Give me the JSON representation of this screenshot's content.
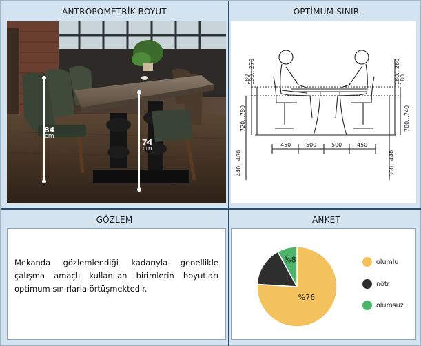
{
  "panels": {
    "anthropometric": {
      "title": "ANTROPOMETRİK BOYUT"
    },
    "optimum": {
      "title": "OPTİMUM SINIR"
    },
    "observation": {
      "title": "GÖZLEM",
      "text": "Mekanda gözlemlendiği kadarıyla genellikle çalışma amaçlı kullanılan birimlerin boyutları optimum sınırlarla örtüşmektedir."
    },
    "survey": {
      "title": "ANKET"
    }
  },
  "photo": {
    "measure_chair": {
      "value": "84",
      "unit": "cm"
    },
    "measure_table": {
      "value": "74",
      "unit": "cm"
    }
  },
  "drawing": {
    "labels": {
      "top_left_range": "190...270",
      "top_left_180": "180",
      "mid_left_range": "720...780",
      "low_left_range": "440...480",
      "top_right_range": "180...260",
      "top_right_180": "180",
      "mid_right_range": "700...740",
      "low_right_range": "360...440",
      "w1": "450",
      "w2": "500",
      "w3": "500",
      "w4": "450"
    }
  },
  "chart_data": {
    "type": "pie",
    "title": "",
    "slices": [
      {
        "label": "olumlu",
        "value": 76,
        "color": "#f4c25c",
        "display": "%76"
      },
      {
        "label": "nötr",
        "value": 16,
        "color": "#2e2e2e",
        "display": ""
      },
      {
        "label": "olumsuz",
        "value": 8,
        "color": "#4bb46a",
        "display": "%8"
      }
    ],
    "legend": [
      "olumlu",
      "nötr",
      "olumsuz"
    ],
    "legend_placement": "right"
  }
}
